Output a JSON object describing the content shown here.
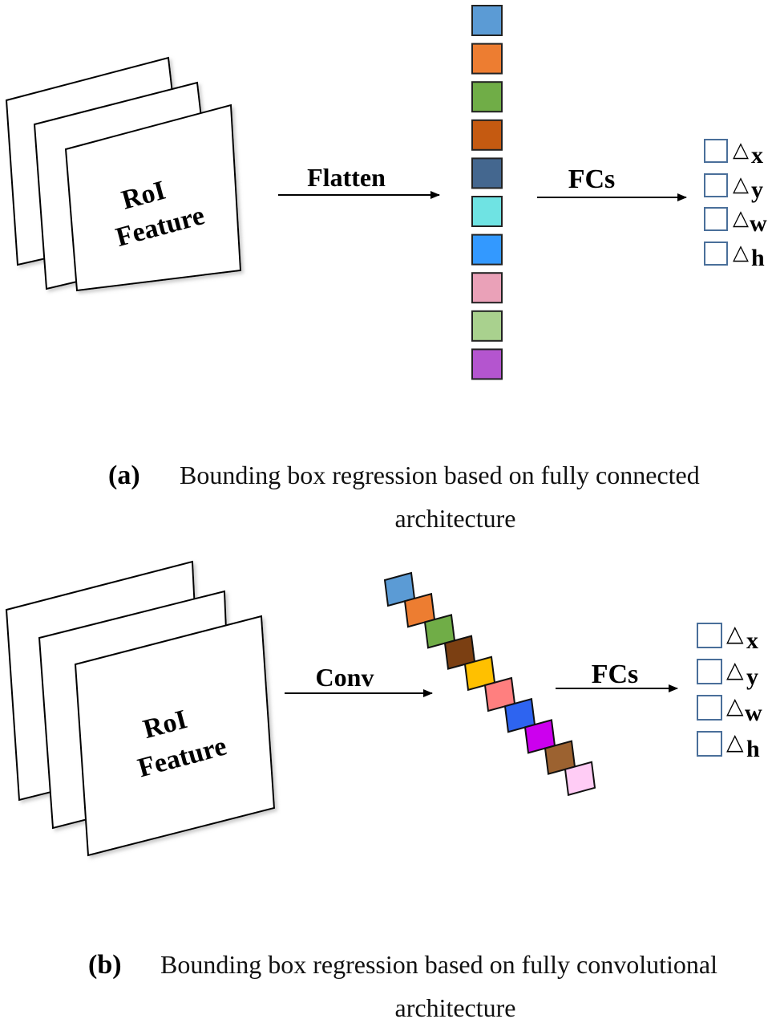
{
  "panel_a": {
    "roi_line1": "RoI",
    "roi_line2": "Feature",
    "op_label": "Flatten",
    "fc_label": "FCs",
    "vector_colors": [
      "#5B9BD5",
      "#ED7D31",
      "#70AD47",
      "#C55A11",
      "#44678F",
      "#6FE3E3",
      "#3399FF",
      "#EAA1B8",
      "#A9D18E",
      "#B455CF"
    ],
    "outputs": [
      "x",
      "y",
      "w",
      "h"
    ],
    "delta": "△",
    "caption_tag": "(a)",
    "caption_line1": "Bounding box regression based on fully connected",
    "caption_line2": "architecture"
  },
  "panel_b": {
    "roi_line1": "RoI",
    "roi_line2": "Feature",
    "op_label": "Conv",
    "fc_label": "FCs",
    "vector_colors": [
      "#5B9BD5",
      "#ED7D31",
      "#70AD47",
      "#7B3F12",
      "#FFC000",
      "#FF7F7F",
      "#2E64F0",
      "#CC00EE",
      "#9C6230",
      "#FFCCF5"
    ],
    "outputs": [
      "x",
      "y",
      "w",
      "h"
    ],
    "delta": "△",
    "caption_tag": "(b)",
    "caption_line1": "Bounding box regression based on fully convolutional",
    "caption_line2": "architecture"
  },
  "colors": {
    "output_box": "#4A6F9A"
  }
}
